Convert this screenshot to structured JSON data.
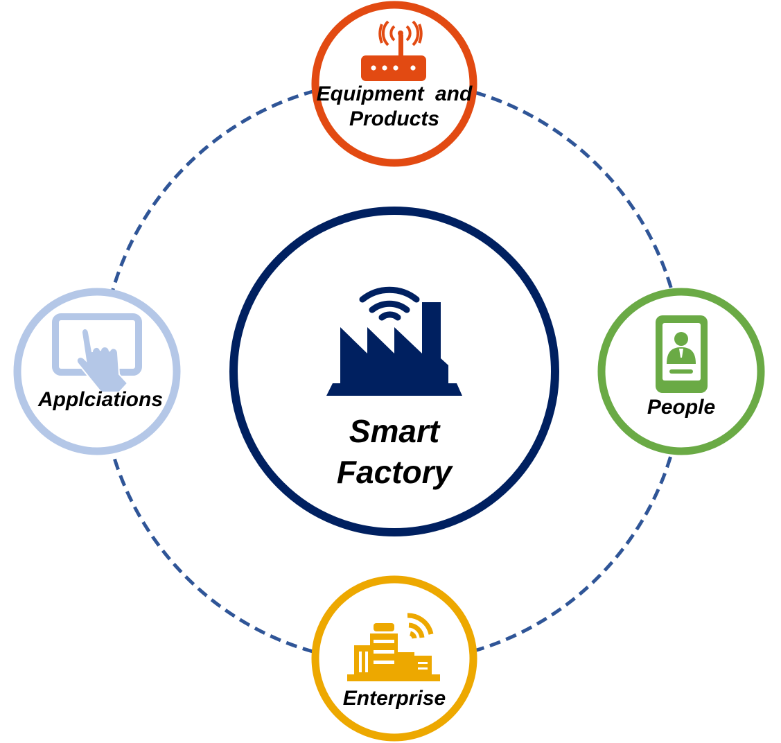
{
  "center": {
    "line1": "Smart",
    "line2": "Factory",
    "icon": "factory-wifi-icon",
    "color": "#002060"
  },
  "nodes": {
    "top": {
      "line1": "Equipment and",
      "line2": "Products",
      "icon": "router-icon",
      "color": "#E24A12"
    },
    "right": {
      "label": "People",
      "icon": "smartphone-person-icon",
      "color": "#6AAA45"
    },
    "bottom": {
      "label": "Enterprise",
      "icon": "buildings-wifi-icon",
      "color": "#EDA800"
    },
    "left": {
      "label": "Applciations",
      "icon": "tablet-touch-icon",
      "color": "#B4C7E7"
    }
  },
  "ring_color": "#2F5597"
}
